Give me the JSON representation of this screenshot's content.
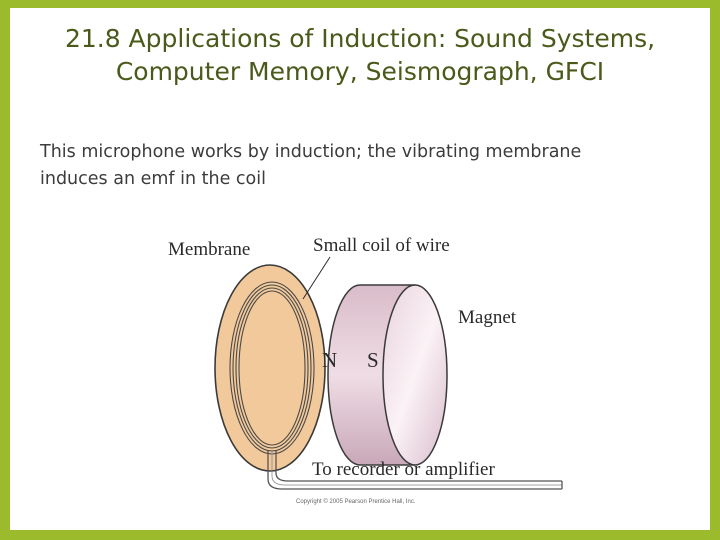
{
  "slide": {
    "title_line1": "21.8 Applications of Induction: Sound Systems,",
    "title_line2": "Computer Memory, Seismograph, GFCI",
    "body_line1": "This microphone works by induction; the vibrating membrane",
    "body_line2": "induces an emf in the coil"
  },
  "diagram": {
    "label_membrane": "Membrane",
    "label_coil": "Small coil of wire",
    "label_magnet": "Magnet",
    "label_n": "N",
    "label_s": "S",
    "label_output": "To recorder or amplifier",
    "copyright": "Copyright © 2005 Pearson Prentice Hall, Inc."
  },
  "colors": {
    "frame": "#9bbb2c",
    "title": "#4a5a1a",
    "membrane": "#f2c99a",
    "magnet": "#e6ccd6"
  }
}
